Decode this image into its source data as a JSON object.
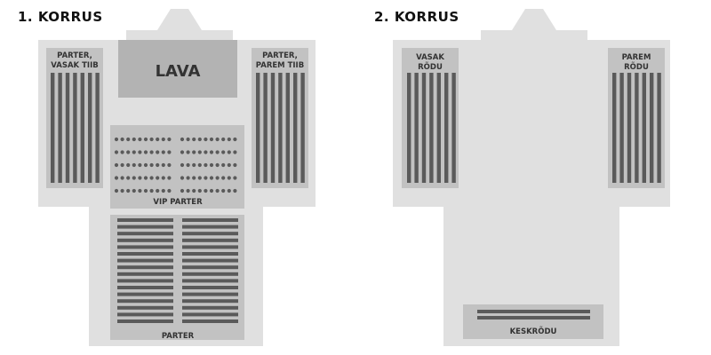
{
  "floors": [
    {
      "title": "1. KORRUS"
    },
    {
      "title": "2. KORRUS"
    }
  ],
  "floor1": {
    "stage": "LAVA",
    "left_wing": [
      "PARTER,",
      "VASAK TIIB"
    ],
    "right_wing": [
      "PARTER,",
      "PAREM TIIB"
    ],
    "vip": "VIP PARTER",
    "parter": "PARTER"
  },
  "floor2": {
    "left_balcony": [
      "VASAK",
      "RÕDU"
    ],
    "right_balcony": [
      "PAREM",
      "RÕDU"
    ],
    "center_balcony": "KESKRÕDU"
  },
  "colors": {
    "building": "#e0e0e0",
    "section": "#c2c2c2",
    "stage": "#b3b3b3",
    "seats": "#5a5a5a"
  }
}
